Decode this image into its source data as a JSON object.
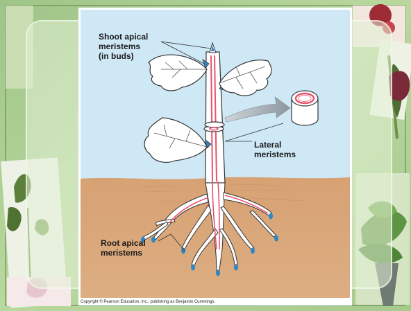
{
  "diagram": {
    "labels": {
      "shoot_apical_line1": "Shoot apical",
      "shoot_apical_line2": "meristems",
      "shoot_apical_line3": "(in buds)",
      "lateral_line1": "Lateral",
      "lateral_line2": "meristems",
      "root_apical_line1": "Root apical",
      "root_apical_line2": "meristems"
    },
    "copyright": "Copyright © Pearson Education, Inc., publishing as Benjamin Cummings."
  },
  "colors": {
    "sky": "#cfe8f6",
    "soil": "#d8a679",
    "vascular": "#e9526a",
    "meristem_tip": "#2f86c4",
    "slide_background": "#b6d39a",
    "panel_overlay": "#ddeccb"
  }
}
